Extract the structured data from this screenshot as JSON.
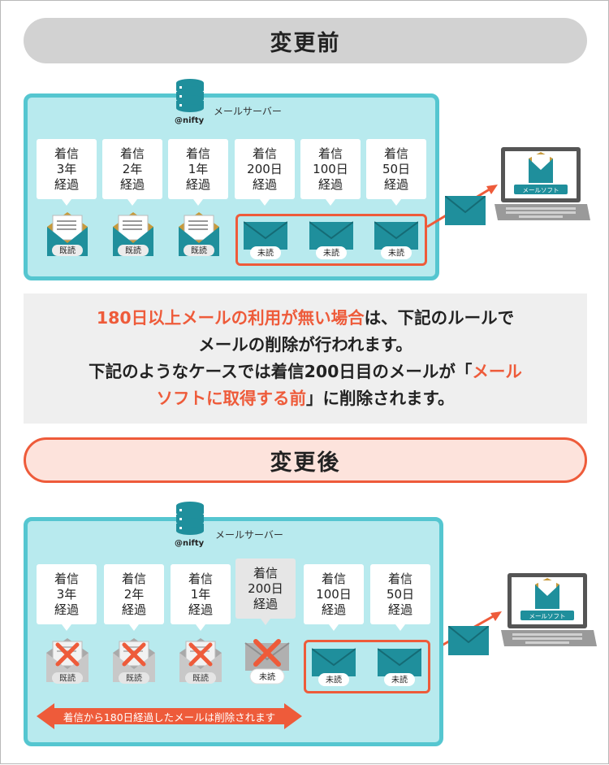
{
  "before": {
    "title": "変更前",
    "server_label": "メールサーバー",
    "nifty_label": "@nifty",
    "mail_soft_label": "メールソフト",
    "bubbles": [
      {
        "text": "着信\n3年\n経過",
        "status": "既読"
      },
      {
        "text": "着信\n2年\n経過",
        "status": "既読"
      },
      {
        "text": "着信\n1年\n経過",
        "status": "既読"
      },
      {
        "text": "着信\n200日\n経過",
        "status": "未読"
      },
      {
        "text": "着信\n100日\n経過",
        "status": "未読"
      },
      {
        "text": "着信\n50日\n経過",
        "status": "未読"
      }
    ]
  },
  "notice": {
    "line1_hl": "180日以上メールの利用が無い場合",
    "line1_rest": "は、下記のルールで",
    "line2": "メールの削除が行われます。",
    "line3_plain": "下記のようなケースでは着信200日目のメールが「",
    "line3_hl": "メール",
    "line4_hl": "ソフトに取得する前",
    "line4_rest": "」に削除されます。"
  },
  "after": {
    "title": "変更後",
    "server_label": "メールサーバー",
    "nifty_label": "@nifty",
    "mail_soft_label": "メールソフト",
    "bubbles": [
      {
        "text": "着信\n3年\n経過",
        "status": "既読"
      },
      {
        "text": "着信\n2年\n経過",
        "status": "既読"
      },
      {
        "text": "着信\n1年\n経過",
        "status": "既読"
      },
      {
        "text": "着信\n200日\n経過",
        "status": "未読"
      },
      {
        "text": "着信\n100日\n経過",
        "status": "未読"
      },
      {
        "text": "着信\n50日\n経過",
        "status": "未読"
      }
    ],
    "arrow_label": "着信から180日経過したメールは削除されます"
  },
  "colors": {
    "accent_red": "#ee5b3a",
    "panel_bg": "#b8eaee",
    "panel_border": "#55c6d0",
    "envelope_teal": "#1f8f9c"
  }
}
